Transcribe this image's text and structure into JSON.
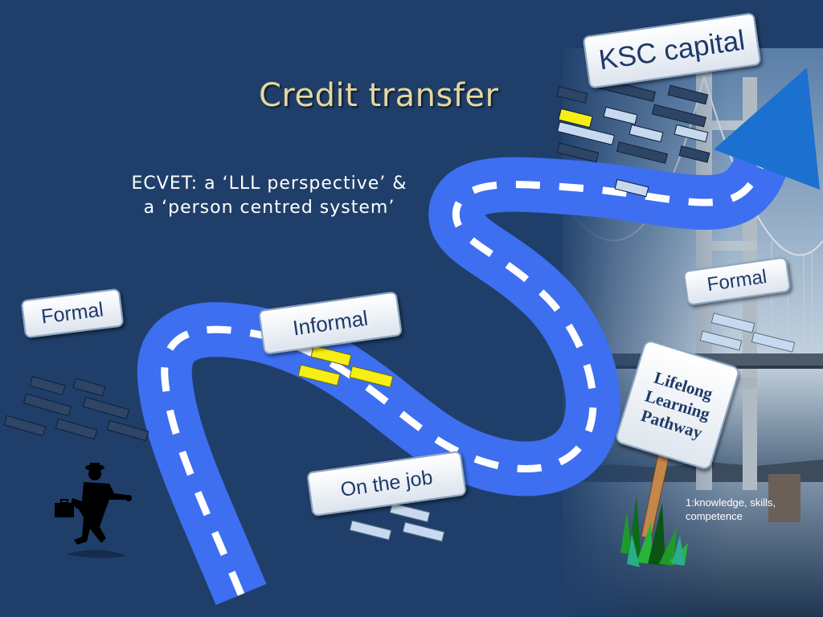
{
  "slide": {
    "title": "Credit transfer",
    "subtitle_line1": "ECVET: a ‘LLL perspective’ &",
    "subtitle_line2": "a ‘person centred system’",
    "signs": {
      "ksc": "KSC capital",
      "formal_left": "Formal",
      "informal": "Informal",
      "formal_right": "Formal",
      "on_the_job": "On the job"
    },
    "pathway_sign": {
      "line1": "Lifelong",
      "line2": "Learning",
      "line3": "Pathway"
    },
    "footnote": {
      "marker": "1",
      "text": ":knowledge, skills, competence"
    }
  },
  "colors": {
    "background": "#1f3f6a",
    "title": "#e6d79e",
    "road": "#3d6ff0",
    "road_dash": "#ffffff",
    "arrow": "#1b70d0",
    "block_dark": "#2e4566",
    "block_light": "#c7d9ee",
    "block_yellow": "#f7ee14",
    "sign_text": "#1d3a68"
  },
  "icons": {
    "walker": "walking-man-with-briefcase-icon",
    "arrowhead": "triangle-arrowhead-icon",
    "grass": "grass-tuft-icon"
  }
}
